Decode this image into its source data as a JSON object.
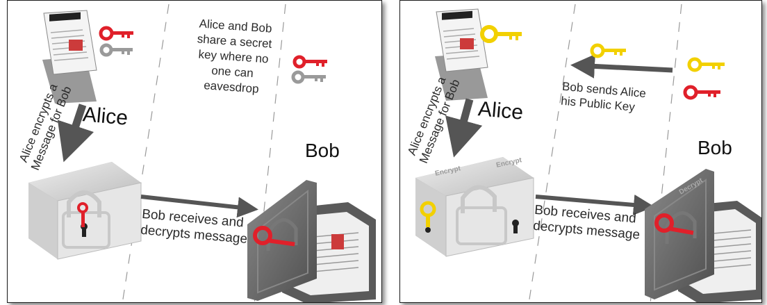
{
  "left_panel": {
    "alice_label": "Alice",
    "bob_label": "Bob",
    "alice_action": "Alice encrypts a\nMessage for Bob",
    "shared_key_note": "Alice and Bob\nshare a secret\nkey where no\none can\neavesdrop",
    "bob_action": "Bob receives and\ndecrypts message"
  },
  "right_panel": {
    "alice_label": "Alice",
    "bob_label": "Bob",
    "alice_action": "Alice encrypts a\nMessage for Bob",
    "public_key_note": "Bob sends Alice\nhis Public Key",
    "bob_action": "Bob receives and\ndecrypts message",
    "box_label_left": "Encrypt",
    "box_label_right": "Encrypt",
    "door_label": "Decrypt"
  },
  "colors": {
    "secret_key": "#e0202a",
    "public_key": "#f2d000",
    "shadow_key": "#9a9a9a",
    "arrow": "#555555",
    "box_light": "#dcdcdc",
    "box_dark": "#6e6e6e"
  },
  "icons": [
    "document-icon",
    "key-icon",
    "padlock-box-icon",
    "safe-icon",
    "keyhole-icon"
  ]
}
